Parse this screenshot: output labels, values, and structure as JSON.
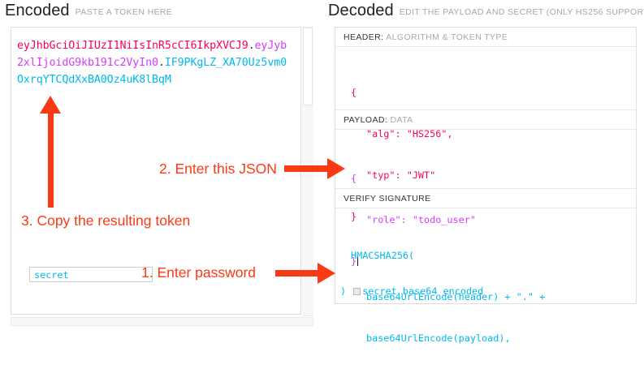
{
  "encoded": {
    "title": "Encoded",
    "subtitle": "PASTE A TOKEN HERE",
    "token": {
      "header_part": "eyJhbGciOiJIUzI1NiIsInR5cCI6IkpXVCJ9",
      "payload_part": "eyJyb2xlIjoidG9kb191c2VyIn0",
      "signature_part": "IF9PKgLZ_XA70Uz5vm0OxrqYTCQdXxBA0Oz4uK8lBqM",
      "separator": ".",
      "full": "eyJhbGciOiJIUzI1NiIsInR5cCI6IkpXVCJ9.eyJyb2xlIjoidG9kb191c2VyIn0.IF9PKgLZ_XA70Uz5vm0OxrqYTCQdXxBA0Oz4uK8lBqM"
    },
    "colors": {
      "header": "#fb015b",
      "payload": "#d63aff",
      "signature": "#00b9f1"
    }
  },
  "decoded": {
    "title": "Decoded",
    "subtitle": "EDIT THE PAYLOAD AND SECRET (ONLY HS256 SUPPORTED)",
    "sections": {
      "header": {
        "label_key": "HEADER:",
        "label_value": "ALGORITHM & TOKEN TYPE",
        "line1": "{",
        "line2": "\"alg\": \"HS256\",",
        "line3": "\"typ\": \"JWT\"",
        "line4": "}"
      },
      "payload": {
        "label_key": "PAYLOAD:",
        "label_value": "DATA",
        "line1": "{",
        "line2": "\"role\": \"todo_user\"",
        "line3": "}"
      },
      "signature": {
        "label_key": "VERIFY SIGNATURE",
        "label_value": "",
        "line1": "HMACSHA256(",
        "line2": "base64UrlEncode(header) + \".\" +",
        "line3": "base64UrlEncode(payload),",
        "secret_value": "secret",
        "secret_placeholder": "secret",
        "closing_paren": ")",
        "base64_label": "secret base64 encoded"
      }
    }
  },
  "annotations": {
    "step1": "1. Enter password",
    "step2": "2. Enter this JSON",
    "step3": "3. Copy the resulting token",
    "color": "#fa3915"
  }
}
